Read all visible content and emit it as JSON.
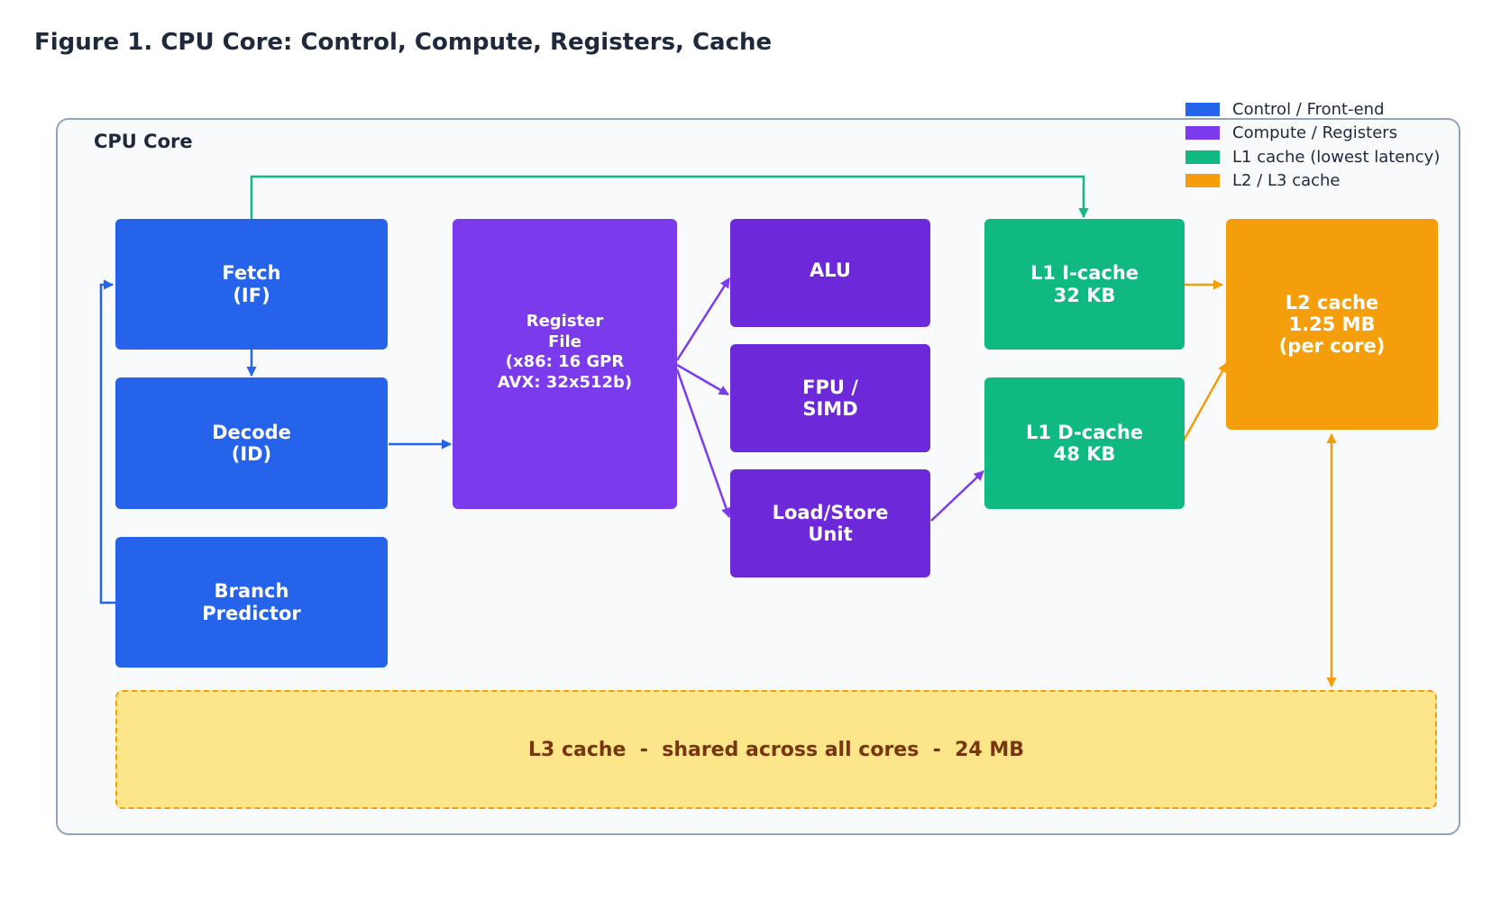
{
  "figure_title": "Figure 1. CPU Core: Control, Compute, Registers, Cache",
  "core_label": "CPU Core",
  "colors": {
    "control": "#2563eb",
    "registers": "#7c3aed",
    "compute": "#6d28d9",
    "l1": "#10b981",
    "l2l3": "#f59e0b",
    "l3_fill": "#fde68a",
    "l3_text": "#78350f"
  },
  "blocks": {
    "fetch": "Fetch\n(IF)",
    "decode": "Decode\n(ID)",
    "branch": "Branch\nPredictor",
    "register_file": "Register\nFile\n(x86: 16 GPR\nAVX: 32x512b)",
    "alu": "ALU",
    "fpu": "FPU /\nSIMD",
    "lsu": "Load/Store\nUnit",
    "l1i": "L1 I-cache\n32 KB",
    "l1d": "L1 D-cache\n48 KB",
    "l2": "L2 cache\n1.25 MB\n(per core)",
    "l3": "L3 cache  -  shared across all cores  -  24 MB"
  },
  "legend": [
    {
      "label": "Control / Front-end",
      "color": "#2563eb"
    },
    {
      "label": "Compute / Registers",
      "color": "#7c3aed"
    },
    {
      "label": "L1 cache (lowest latency)",
      "color": "#10b981"
    },
    {
      "label": "L2 / L3 cache",
      "color": "#f59e0b"
    }
  ]
}
